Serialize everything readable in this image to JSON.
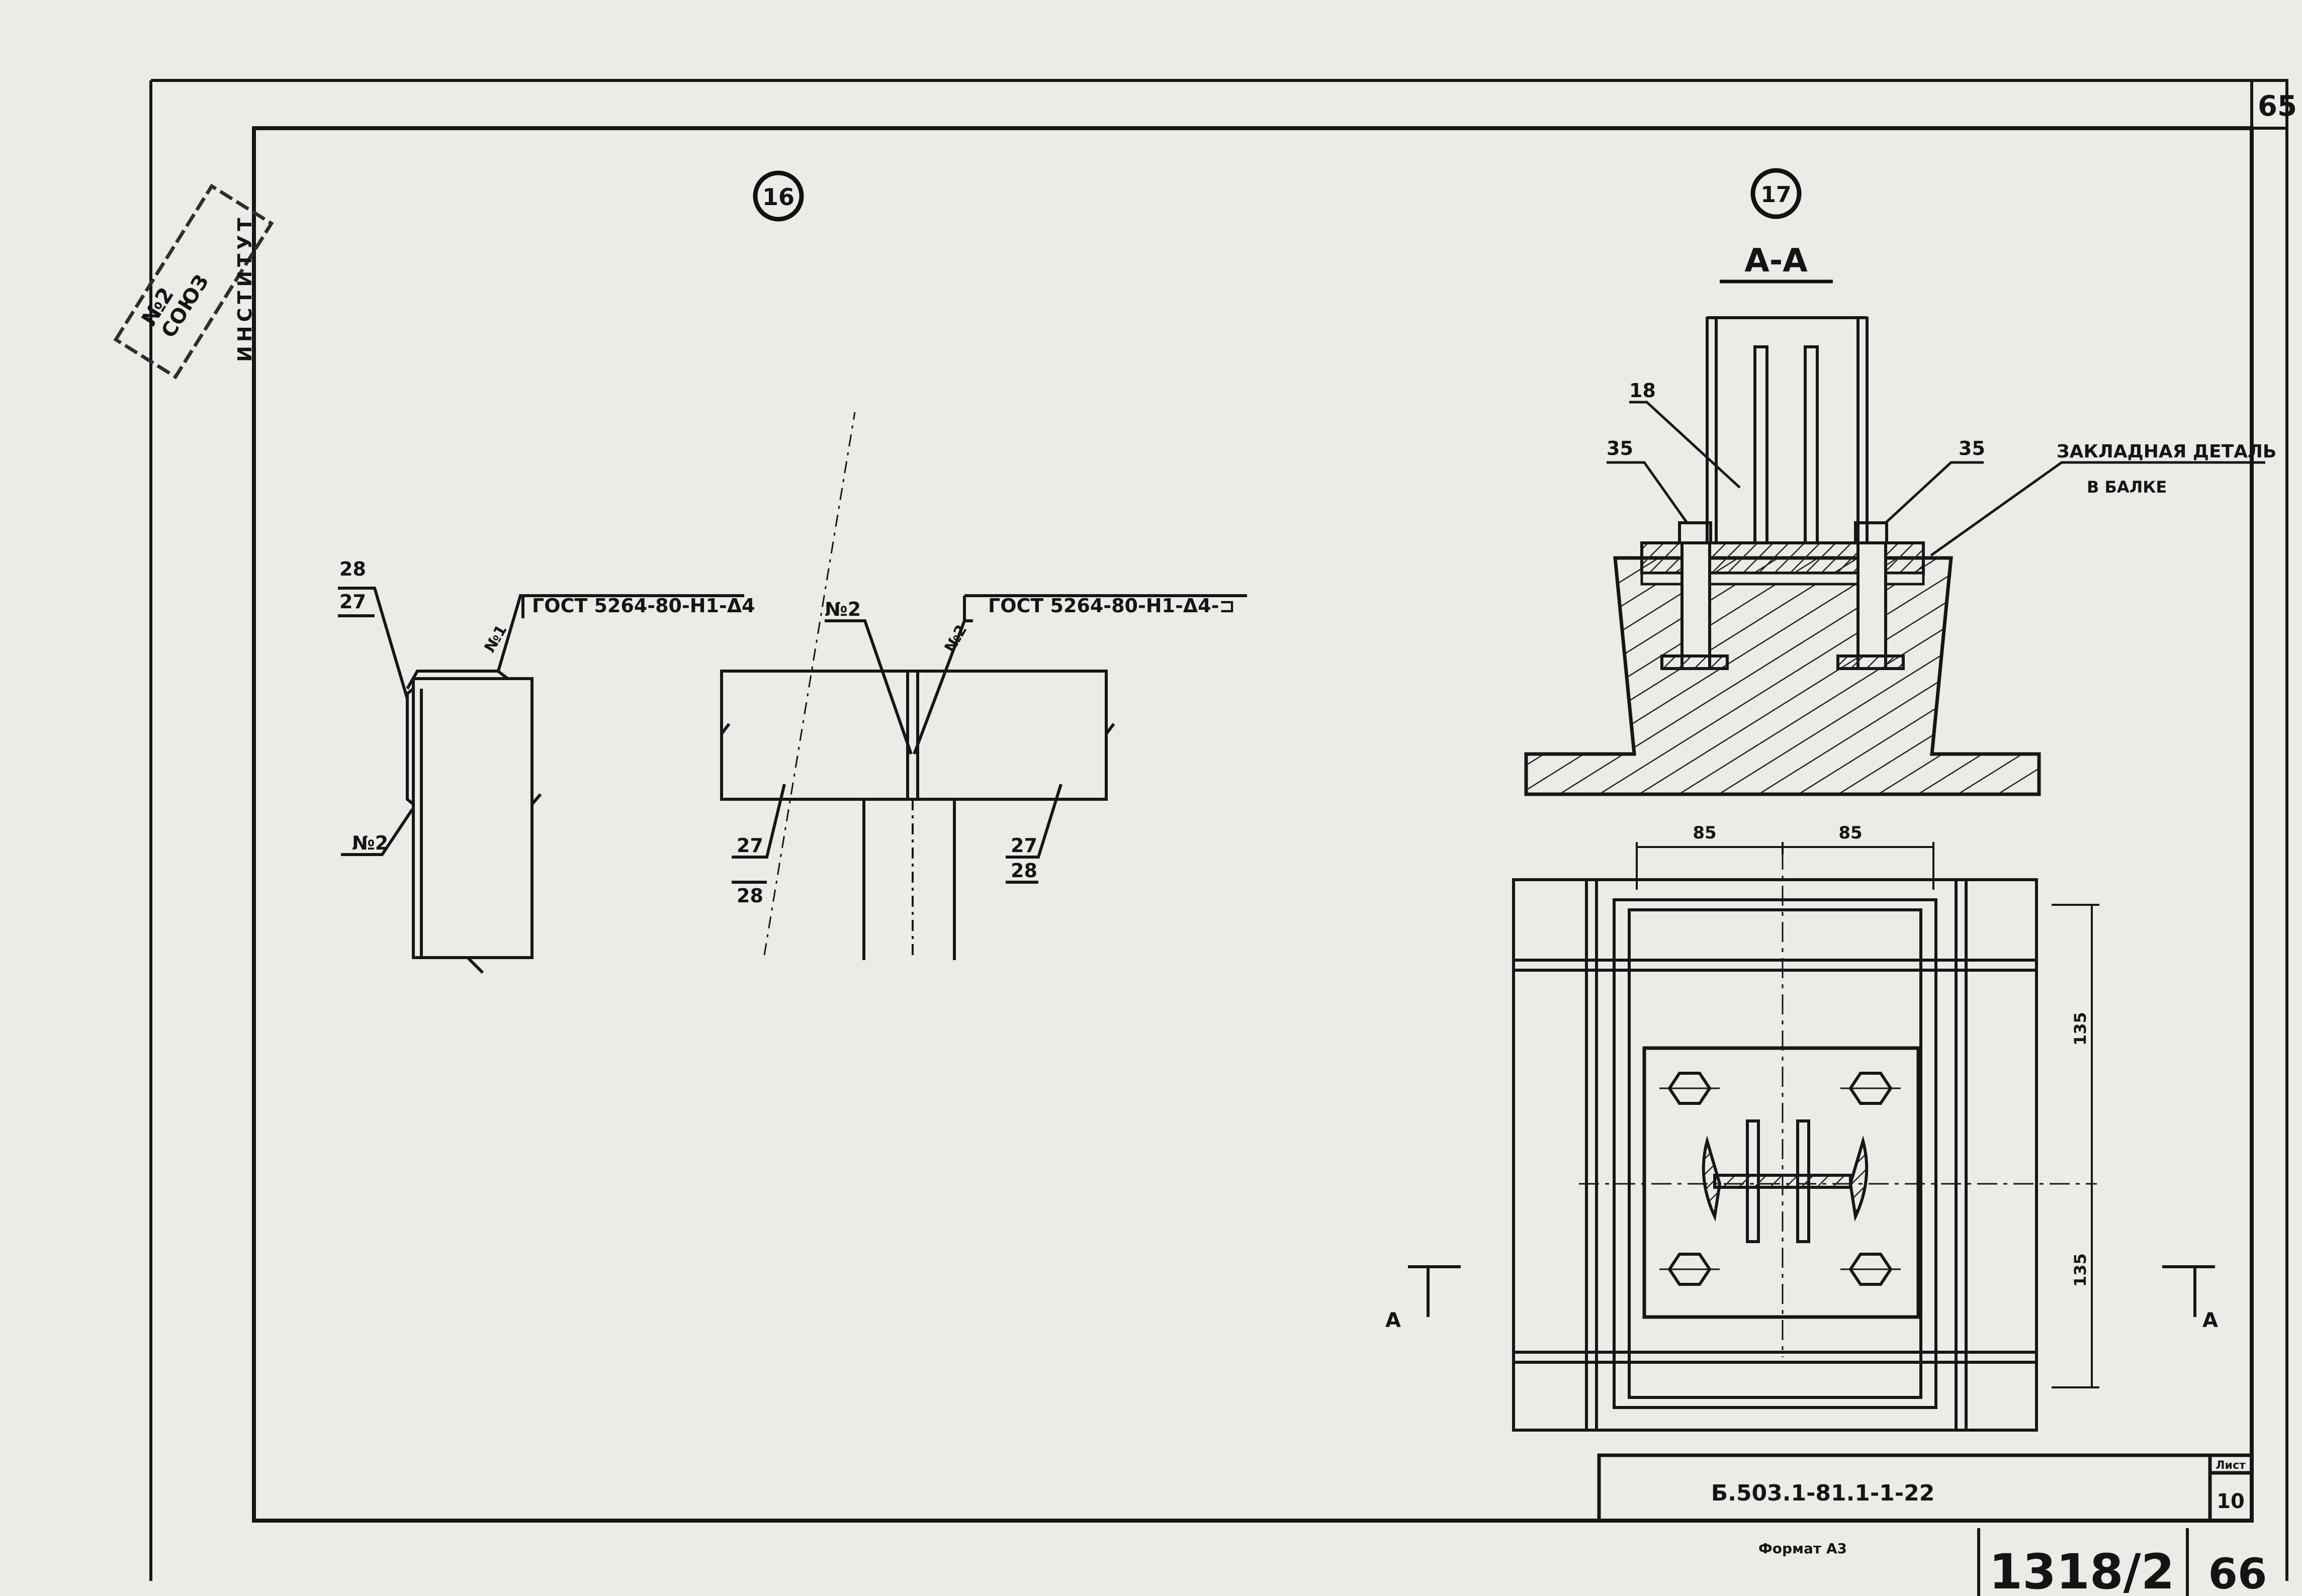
{
  "sheet": {
    "corner_number": "65",
    "format_label": "Формат А3",
    "archive_number": "1318/2",
    "archive_page": "66"
  },
  "stamp": {
    "line1": "№2",
    "line2": "СОЮЗ",
    "line3": "ИНСТИТУТ"
  },
  "title_block": {
    "designation": "Б.503.1-81.1-1-22",
    "sheet_header": "Лист",
    "sheet_number": "10"
  },
  "node16": {
    "marker": "16",
    "left_view": {
      "gost": "ГОСТ 5264-80-Н1-Δ4",
      "weld_label": "№1",
      "callout_top": "28",
      "callout_bottom": "27",
      "weld_callout": "№2"
    },
    "right_view": {
      "gost": "ГОСТ 5264-80-Н1-Δ4-⊐",
      "weld_left": "№2",
      "weld_right": "№2",
      "left_top": "27",
      "left_bottom": "28",
      "right_top": "27",
      "right_bottom": "28"
    }
  },
  "node17": {
    "marker": "17",
    "section_title": "А-А",
    "pos_column": "18",
    "pos_left": "35",
    "pos_right": "35",
    "embedded_line1": "ЗАКЛАДНАЯ ДЕТАЛЬ",
    "embedded_line2": "В БАЛКЕ",
    "dim_left": "85",
    "dim_right": "85",
    "dim_upper": "135",
    "dim_lower": "135",
    "section_mark_left": "А",
    "section_mark_right": "А"
  }
}
